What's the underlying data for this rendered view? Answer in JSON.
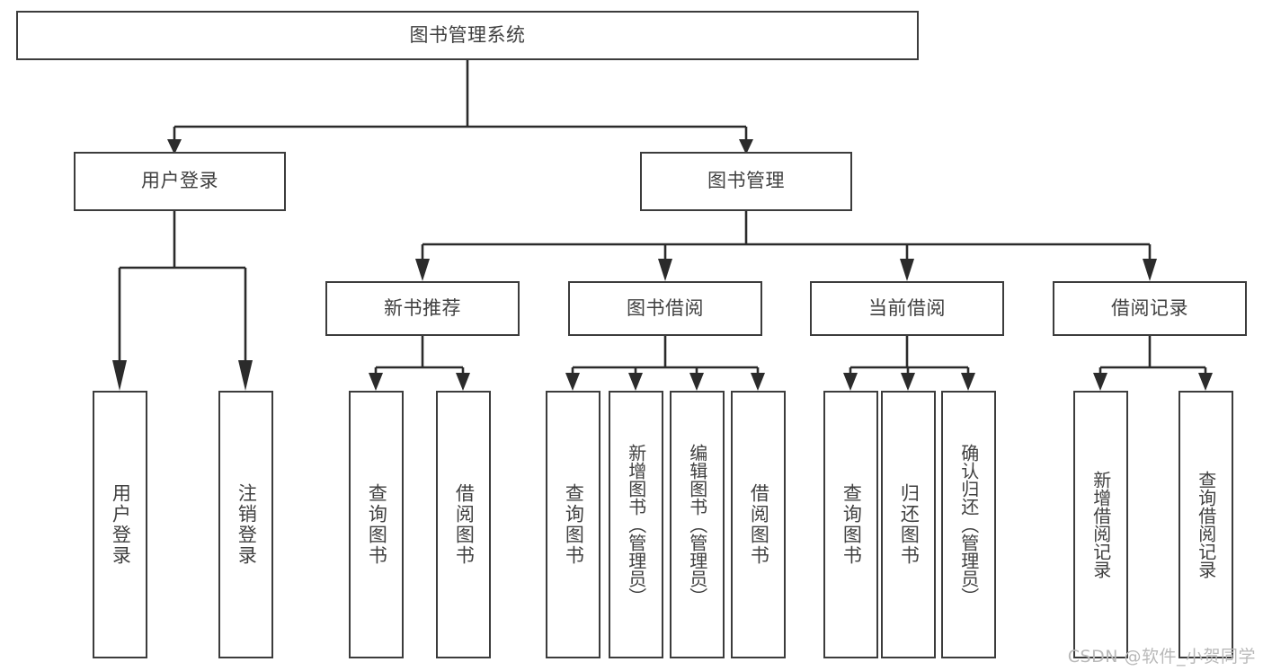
{
  "diagram": {
    "type": "tree-hierarchy-chart",
    "title": "图书管理系统",
    "orientation": "top-down",
    "colors": {
      "box_border": "#3c3c3c",
      "box_fill": "#ffffff",
      "connector": "#2b2b2b",
      "text": "#404040",
      "watermark": "#b9b9b9"
    },
    "root": {
      "label": "图书管理系统",
      "level": 1
    },
    "level2": [
      {
        "id": "user-login",
        "label": "用户登录"
      },
      {
        "id": "book-manage",
        "label": "图书管理"
      }
    ],
    "level3": [
      {
        "id": "new-book-recommend",
        "label": "新书推荐",
        "parent": "book-manage"
      },
      {
        "id": "book-borrow",
        "label": "图书借阅",
        "parent": "book-manage"
      },
      {
        "id": "current-borrow",
        "label": "当前借阅",
        "parent": "book-manage"
      },
      {
        "id": "borrow-record",
        "label": "借阅记录",
        "parent": "book-manage"
      }
    ],
    "leaves": {
      "user_login": [
        {
          "id": "leaf-user-login",
          "label": "用户登录"
        },
        {
          "id": "leaf-logout",
          "label": "注销登录"
        }
      ],
      "new_book_recommend": [
        {
          "id": "leaf-query-book-1",
          "label": "查询图书"
        },
        {
          "id": "leaf-borrow-book-1",
          "label": "借阅图书"
        }
      ],
      "book_borrow": [
        {
          "id": "leaf-query-book-2",
          "label": "查询图书"
        },
        {
          "id": "leaf-add-book",
          "label": "新增图书（管理员）"
        },
        {
          "id": "leaf-edit-book",
          "label": "编辑图书（管理员）"
        },
        {
          "id": "leaf-borrow-book-2",
          "label": "借阅图书"
        }
      ],
      "current_borrow": [
        {
          "id": "leaf-query-book-3",
          "label": "查询图书"
        },
        {
          "id": "leaf-return-book",
          "label": "归还图书"
        },
        {
          "id": "leaf-confirm-return",
          "label": "确认归还（管理员）"
        }
      ],
      "borrow_record": [
        {
          "id": "leaf-add-record",
          "label": "新增借阅记录"
        },
        {
          "id": "leaf-query-record",
          "label": "查询借阅记录"
        }
      ]
    }
  },
  "watermark": {
    "text": "CSDN @软件_小贺同学"
  }
}
